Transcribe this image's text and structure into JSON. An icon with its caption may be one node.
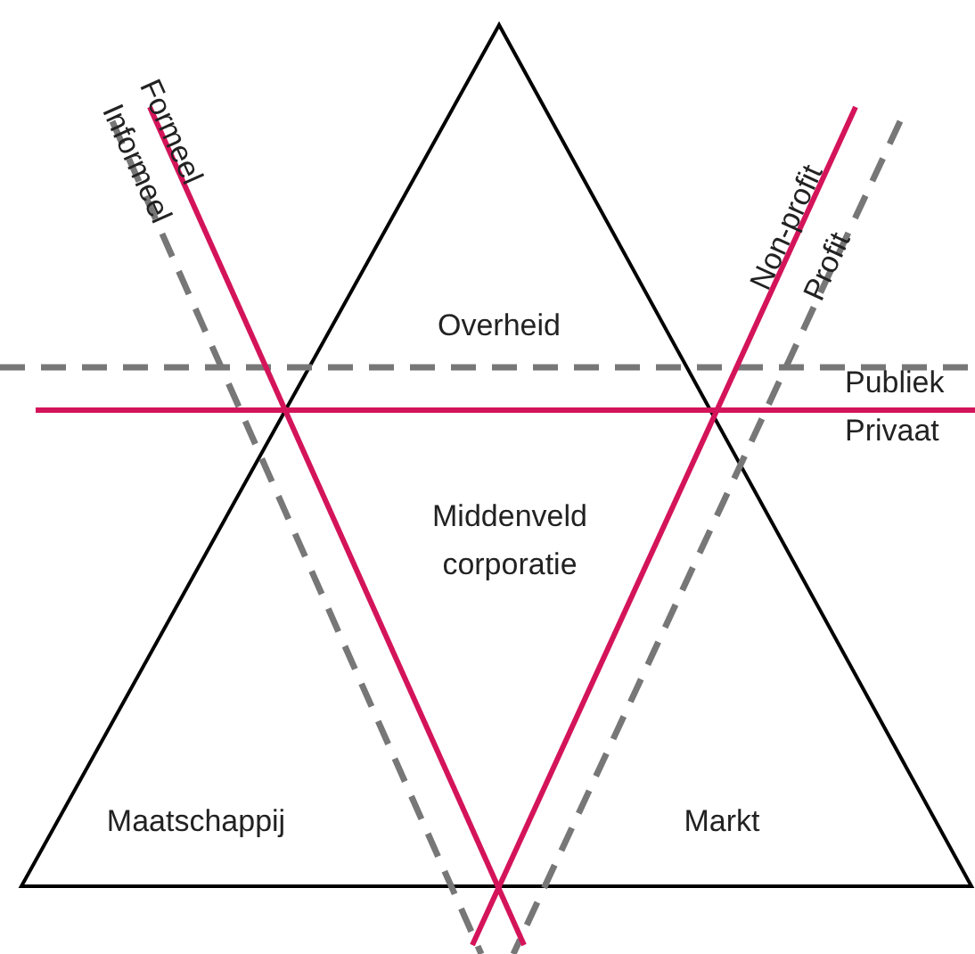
{
  "diagram": {
    "labels": [
      "Formeel",
      "Informeel",
      "Non-profit",
      "Profit",
      "Overheid",
      "Publiek",
      "Privaat",
      "Middenveld corporatie",
      "Maatschappij",
      "Markt"
    ]
  }
}
